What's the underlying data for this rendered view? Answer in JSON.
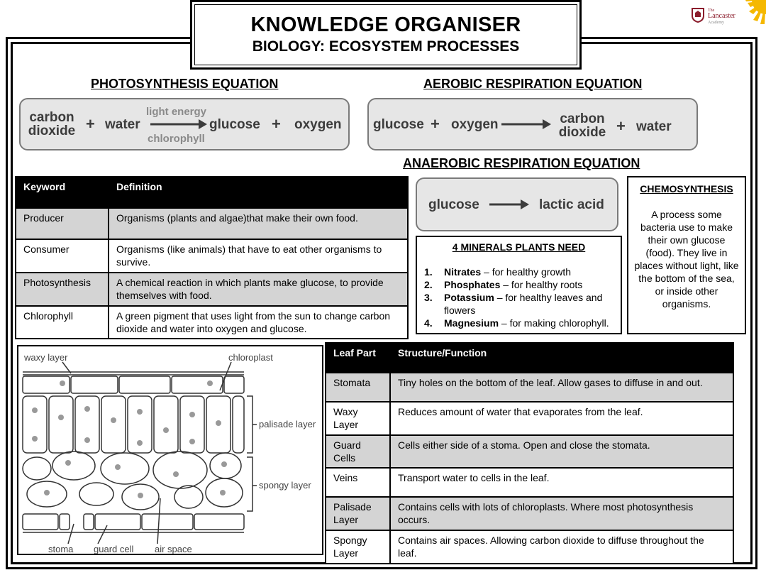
{
  "header": {
    "title": "KNOWLEDGE ORGANISER",
    "subtitle": "BIOLOGY: ECOSYSTEM PROCESSES",
    "logo": {
      "small_text": "The",
      "name": "Lancaster",
      "sub": "Academy"
    }
  },
  "photosynthesis": {
    "heading": "PHOTOSYNTHESIS EQUATION",
    "reactant1": [
      "carbon",
      "dioxide"
    ],
    "plus1": "+",
    "reactant2": "water",
    "above_arrow": "light energy",
    "below_arrow": "chlorophyll",
    "product1": "glucose",
    "plus2": "+",
    "product2": "oxygen"
  },
  "aerobic": {
    "heading": "AEROBIC RESPIRATION EQUATION",
    "reactant1": "glucose",
    "plus1": "+",
    "reactant2": "oxygen",
    "product1": [
      "carbon",
      "dioxide"
    ],
    "plus2": "+",
    "product2": "water"
  },
  "anaerobic": {
    "heading": "ANAEROBIC RESPIRATION EQUATION",
    "reactant": "glucose",
    "product": "lactic acid"
  },
  "keywords": {
    "headers": [
      "Keyword",
      "Definition"
    ],
    "rows": [
      {
        "term": "Producer",
        "definition": "Organisms (plants and algae)that make their own food."
      },
      {
        "term": "Consumer",
        "definition": "Organisms (like animals) that have to eat other organisms to survive."
      },
      {
        "term": "Photosynthesis",
        "definition": "A chemical reaction in which plants make glucose, to provide themselves with food."
      },
      {
        "term": "Chlorophyll",
        "definition": "A green pigment that uses light from the sun to change carbon dioxide and water into oxygen and glucose."
      }
    ]
  },
  "minerals": {
    "heading": "4 MINERALS PLANTS NEED",
    "items": [
      {
        "num": "1.",
        "name": "Nitrates",
        "text": " – for healthy growth"
      },
      {
        "num": "2.",
        "name": "Phosphates",
        "text": " – for healthy roots"
      },
      {
        "num": "3.",
        "name": "Potassium",
        "text": " – for healthy leaves and flowers"
      },
      {
        "num": "4.",
        "name": "Magnesium",
        "text": " – for making chlorophyll."
      }
    ]
  },
  "chemosynthesis": {
    "heading": "CHEMOSYNTHESIS",
    "text": "A process some bacteria use to make their own glucose (food).  They live in places without light, like the  bottom of the sea, or inside other organisms."
  },
  "leaf_diagram": {
    "labels": {
      "waxy_layer": "waxy layer",
      "chloroplast": "chloroplast",
      "palisade_layer": "palisade layer",
      "spongy_layer": "spongy layer",
      "stoma": "stoma",
      "guard_cell": "guard cell",
      "air_space": "air space"
    }
  },
  "leaf_parts": {
    "headers": [
      "Leaf Part",
      "Structure/Function"
    ],
    "rows": [
      {
        "part": "Stomata",
        "function": "Tiny holes on the bottom of the leaf.  Allow gases to diffuse in and out."
      },
      {
        "part": "Waxy Layer",
        "function": "Reduces amount of water that evaporates from the leaf."
      },
      {
        "part": "Guard Cells",
        "function": "Cells either side of a stoma.  Open and close the stomata."
      },
      {
        "part": "Veins",
        "function": "Transport water to cells in the leaf."
      },
      {
        "part": "Palisade Layer",
        "function": "Contains cells with lots of chloroplasts. Where most photosynthesis occurs."
      },
      {
        "part": "Spongy Layer",
        "function": "Contains air spaces. Allowing carbon dioxide to diffuse throughout the leaf."
      }
    ]
  }
}
